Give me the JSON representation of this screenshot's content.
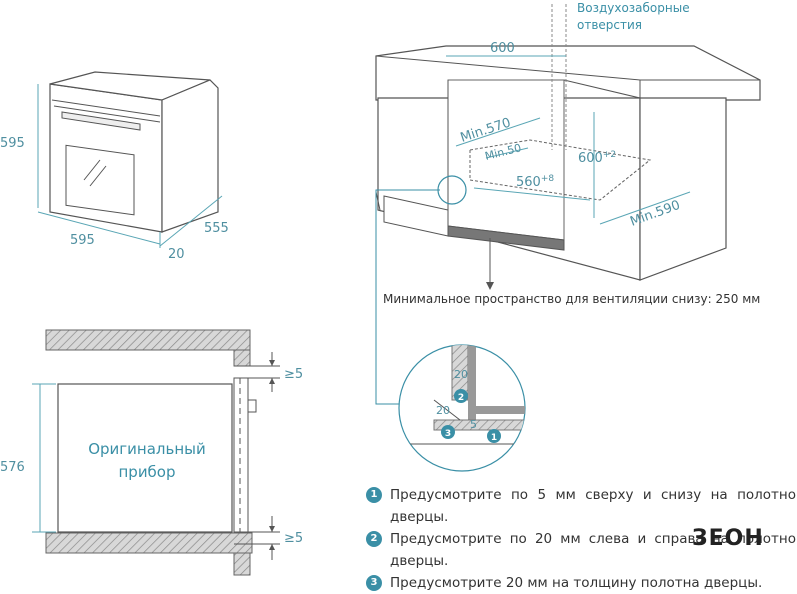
{
  "oven": {
    "height": "595",
    "width": "595",
    "depth": "555",
    "panel": "20"
  },
  "cabinet": {
    "width_top": "600",
    "min_depth": "Min.570",
    "min_gap": "Min.50",
    "height_req": "600",
    "height_req_sup": "+2",
    "width_req": "560",
    "width_req_sup": "+8",
    "min_depth_bottom": "Min.590"
  },
  "air_note": {
    "line1": "Воздухозаборные",
    "line2": "отверстия"
  },
  "vent_note": "Минимальное пространство для вентиляции снизу: 250 мм",
  "section": {
    "gap_top": "≥5",
    "gap_bottom": "≥5",
    "height": "576",
    "label_line1": "Оригинальный",
    "label_line2": "прибор"
  },
  "detail": {
    "label_20_top": "20",
    "label_20_left": "20",
    "label_5": "5",
    "badge_1": "1",
    "badge_2": "2",
    "badge_3": "3"
  },
  "notes": [
    {
      "num": "1",
      "text": "Предусмотрите по 5 мм сверху и снизу на полотно дверцы."
    },
    {
      "num": "2",
      "text": "Предусмотрите по 20 мм слева и справа на полотно дверцы."
    },
    {
      "num": "3",
      "text": "Предусмотрите 20 мм на толщину полотна дверцы."
    }
  ],
  "logo": "ЗЕОН"
}
